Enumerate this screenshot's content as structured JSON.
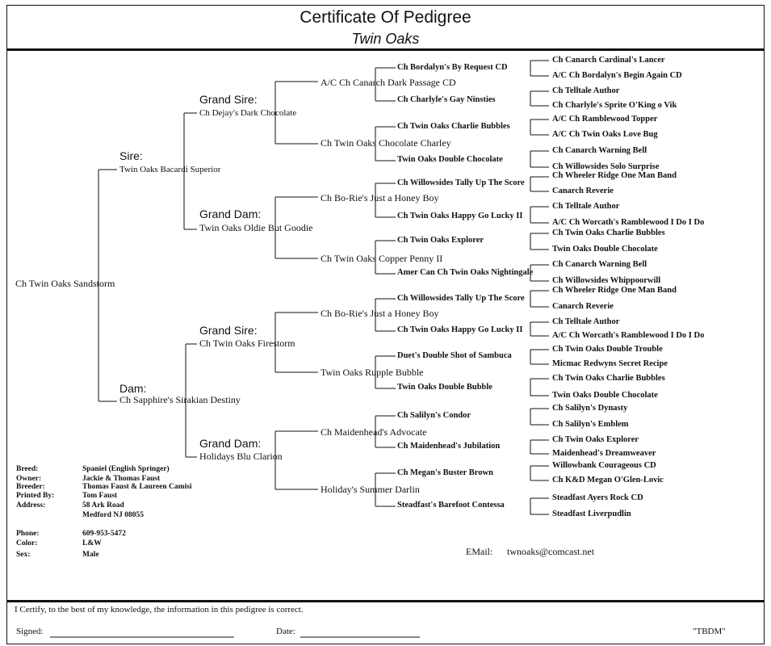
{
  "header": {
    "title": "Certificate Of Pedigree",
    "kennel": "Twin Oaks"
  },
  "dog": "Ch Twin Oaks Sandstorm",
  "labels": {
    "sire": "Sire:",
    "dam": "Dam:",
    "grand_sire": "Grand Sire:",
    "grand_dam": "Grand Dam:"
  },
  "gen1": {
    "sire": "Twin Oaks Bacardi Superior",
    "dam": "Ch Sapphire's Sirakian Destiny"
  },
  "gen2": {
    "ss": "Ch Dejay's Dark Chocolate",
    "sd": "Twin Oaks Oldie But Goodie",
    "ds": "Ch Twin Oaks Firestorm",
    "dd": "Holidays Blu Clarion"
  },
  "gen3": [
    "A/C Ch Canarch Dark Passage CD",
    "Ch Twin Oaks Chocolate Charley",
    "Ch Bo-Rie's Just a Honey Boy",
    "Ch Twin Oaks Copper Penny II",
    "Ch Bo-Rie's Just a Honey Boy",
    "Twin Oaks Rupple Bubble",
    "Ch Maidenhead's Advocate",
    "Holiday's Summer Darlin"
  ],
  "gen4": [
    "Ch Bordalyn's By Request CD",
    "Ch Charlyle's Gay Ninsties",
    "Ch Twin Oaks Charlie Bubbles",
    "Twin Oaks Double Chocolate",
    "Ch Willowsides Tally Up The Score",
    "Ch Twin Oaks Happy Go Lucky II",
    "Ch Twin Oaks Explorer",
    "Amer Can Ch Twin Oaks Nightingale",
    "Ch Willowsides Tally Up The Score",
    "Ch Twin Oaks Happy Go Lucky II",
    "Duet's Double Shot of Sambuca",
    "Twin Oaks Double Bubble",
    "Ch Salilyn's Condor",
    "Ch Maidenhead's Jubilation",
    "Ch Megan's Buster Brown",
    "Steadfast's Barefoot Contessa"
  ],
  "gen5": [
    "Ch Canarch Cardinal's Lancer",
    "A/C Ch Bordalyn's Begin Again CD",
    "Ch Telltale Author",
    "Ch Charlyle's Sprite O'King o Vik",
    "A/C Ch Ramblewood Topper",
    "A/C Ch Twin Oaks Love Bug",
    "Ch Canarch Warning Bell",
    "Ch Willowsides Solo Surprise",
    "Ch Wheeler Ridge One Man Band",
    "Canarch Reverie",
    "Ch Telltale Author",
    "A/C Ch Worcath's Ramblewood I Do I Do",
    "Ch Twin Oaks Charlie Bubbles",
    "Twin Oaks Double Chocolate",
    "Ch Canarch Warning Bell",
    "Ch Willowsides Whippoorwill",
    "Ch Wheeler Ridge One Man Band",
    "Canarch Reverie",
    "Ch Telltale Author",
    "A/C Ch Worcath's Ramblewood I Do I Do",
    "Ch Twin Oaks Double Trouble",
    "Micmac Redwyns Secret Recipe",
    "Ch Twin Oaks Charlie Bubbles",
    "Twin Oaks Double Chocolate",
    "Ch Salilyn's Dynasty",
    "Ch Salilyn's Emblem",
    "Ch Twin Oaks Explorer",
    "Maidenhead's Dreamweaver",
    "Willowbank Courageous CD",
    "Ch K&D Megan O'Glen-Lovic",
    "Steadfast Ayers Rock CD",
    "Steadfast Liverpudlin"
  ],
  "info": {
    "breed_label": "Breed:",
    "breed": "Spaniel (English Springer)",
    "owner_label": "Owner:",
    "owner": "Jackie & Thomas Faust",
    "breeder_label": "Breeder:",
    "breeder": "Thomas Faust & Laureen Camisi",
    "printed_label": "Printed By:",
    "printed": "Tom Faust",
    "address_label": "Address:",
    "address1": "58 Ark Road",
    "address2": "Medford NJ 08055",
    "phone_label": "Phone:",
    "phone": "609-953-5472",
    "color_label": "Color:",
    "color": "L&W",
    "sex_label": "Sex:",
    "sex": "Male"
  },
  "email": {
    "label": "EMail:",
    "value": "twnoaks@comcast.net"
  },
  "footer": {
    "certify": "I Certify, to the best of my knowledge, the information in this pedigree is correct.",
    "signed": "Signed:",
    "date": "Date:",
    "tbdm": "\"TBDM\""
  }
}
